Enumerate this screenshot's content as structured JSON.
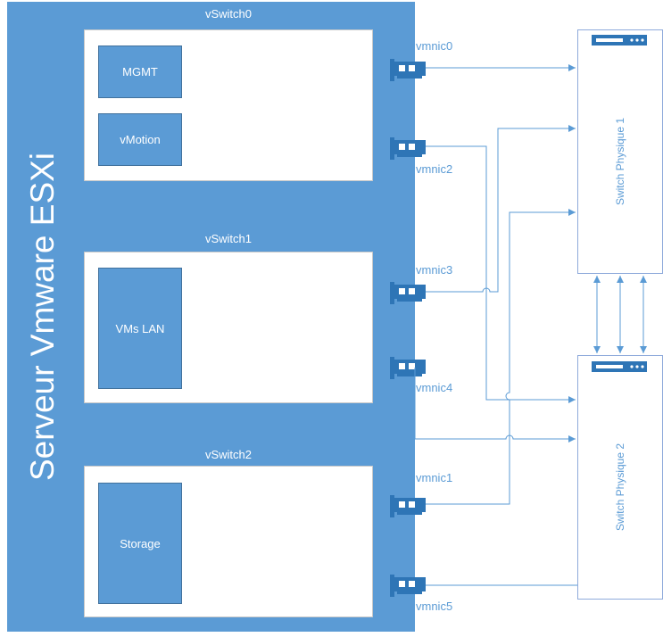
{
  "server": {
    "title": "Serveur Vmware ESXi"
  },
  "vswitches": [
    {
      "name": "vSwitch0",
      "portgroups": [
        "MGMT",
        "vMotion"
      ]
    },
    {
      "name": "vSwitch1",
      "portgroups": [
        "VMs LAN"
      ]
    },
    {
      "name": "vSwitch2",
      "portgroups": [
        "Storage"
      ]
    }
  ],
  "vmnics": [
    "vmnic0",
    "vmnic2",
    "vmnic3",
    "vmnic4",
    "vmnic1",
    "vmnic5"
  ],
  "physical_switches": [
    "Switch Physique 1",
    "Switch Physique 2"
  ],
  "links": [
    {
      "from": "vmnic0",
      "to": "Switch Physique 1"
    },
    {
      "from": "vmnic2",
      "to": "Switch Physique 2"
    },
    {
      "from": "vmnic3",
      "to": "Switch Physique 1"
    },
    {
      "from": "vmnic4",
      "to": "Switch Physique 2"
    },
    {
      "from": "vmnic1",
      "to": "Switch Physique 1"
    },
    {
      "from": "vmnic5",
      "to": "Switch Physique 2"
    }
  ],
  "colors": {
    "server": "#5b9bd5",
    "line": "#5b9bd5",
    "portgroup_border": "#41719c",
    "nic_accent": "#2e75b6"
  },
  "icons": {
    "nic": "network-card-icon",
    "switch": "switch-device-icon"
  }
}
